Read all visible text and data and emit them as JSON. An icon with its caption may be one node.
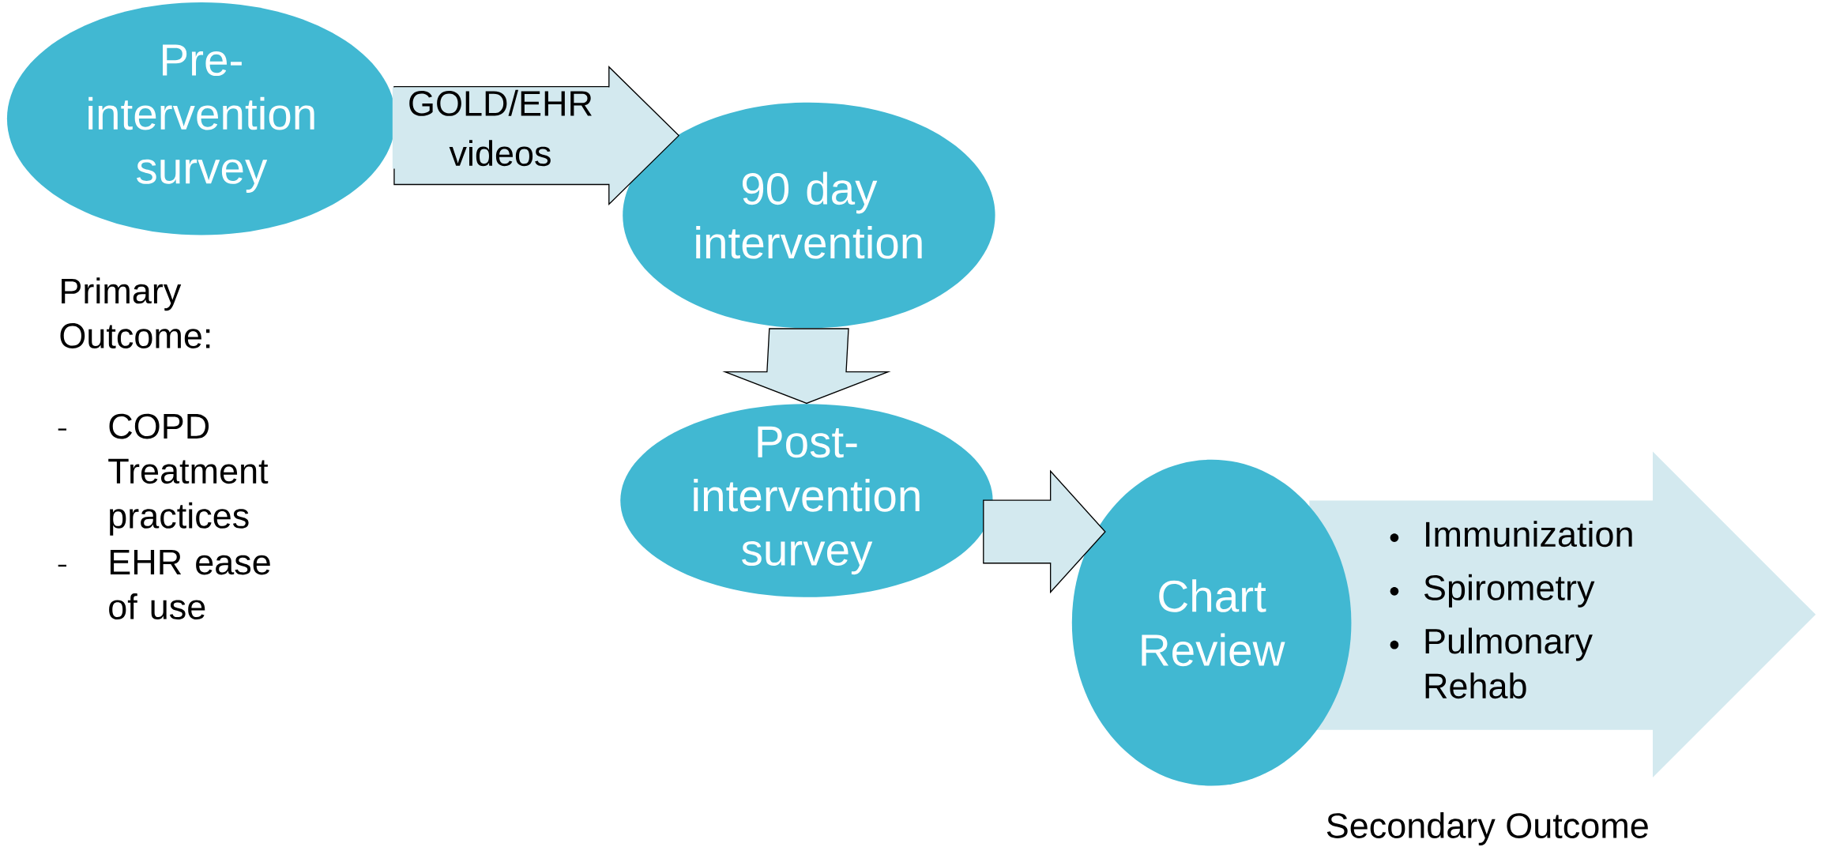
{
  "diagram": {
    "nodes": [
      {
        "text": [
          "Pre-intervention survey"
        ],
        "beside": [
          "Primary Outcome:",
          "COPD Treatment practices",
          "EHR ease of use"
        ]
      },
      {
        "text": [
          "90 day intervention"
        ]
      },
      {
        "text": [
          "Post-intervention survey"
        ]
      },
      {
        "text": [
          "Chart Review"
        ]
      },
      {
        "text": [
          "Immunization",
          "Spirometry",
          "Pulmonary Rehab"
        ],
        "beside": [
          "Secondary Outcome"
        ]
      }
    ],
    "edges": [
      {
        "from": 0,
        "to": 1,
        "arrow": "to",
        "label": "GOLD/EHR videos"
      },
      {
        "from": 1,
        "to": 2,
        "arrow": "to"
      },
      {
        "from": 2,
        "to": 3,
        "arrow": "to"
      }
    ]
  }
}
